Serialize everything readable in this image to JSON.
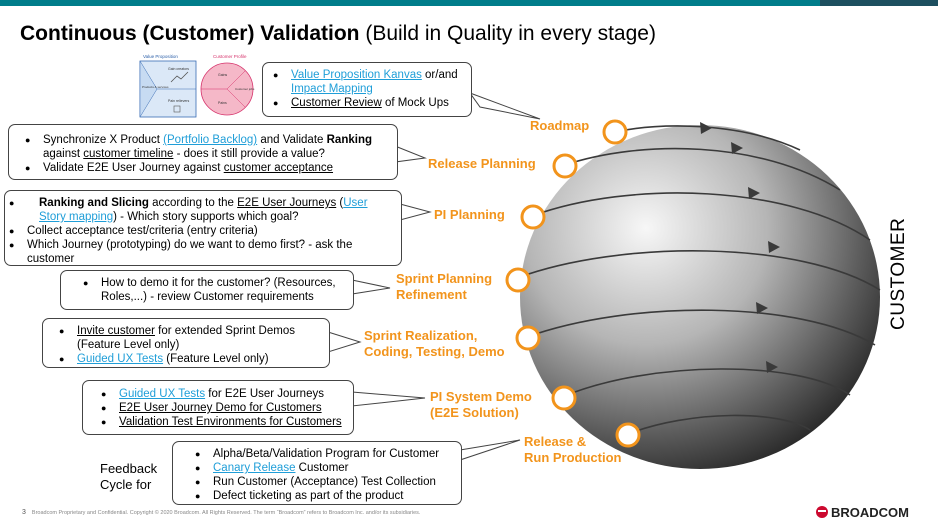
{
  "title": {
    "bold": "Continuous (Customer) Validation",
    "rest": " (Build in Quality in every stage)"
  },
  "mockup": {
    "vp_label": "Value Proposition",
    "cp_label": "Customer Profile",
    "gain_creators": "Gain creators",
    "products": "Products & services",
    "pain_relievers": "Pain relievers",
    "gains": "Gains",
    "pains": "Pains",
    "jobs": "Customer jobs"
  },
  "callouts": {
    "c1": {
      "b1_link1": "Value Proposition Kanvas",
      "b1_text": " or/and ",
      "b1_link2": "Impact Mapping",
      "b2_u": "Customer Review",
      "b2_text": " of Mock Ups"
    },
    "c2": {
      "b1_a": "Synchronize X Product ",
      "b1_link": "(Portfolio Backlog)",
      "b1_b": " and Validate ",
      "b1_bold": "Ranking",
      "b1_c": " against ",
      "b1_u": "customer timeline",
      "b1_d": " - does it still provide a value?",
      "b2_a": "Validate E2E User Journey against ",
      "b2_u": "customer acceptance"
    },
    "c3": {
      "b1_bold": "Ranking and Slicing",
      "b1_a": " according to the ",
      "b1_u": "E2E User Journeys",
      "b1_b": " (",
      "b1_link": "User Story mapping",
      "b1_c": ") - Which story supports which goal?",
      "b2": "Collect acceptance test/criteria (entry criteria)",
      "b3": "Which Journey (prototyping) do we want to demo first? - ask the customer"
    },
    "c4": {
      "b1": "How to demo it for the customer? (Resources, Roles,...) - review Customer requirements"
    },
    "c5": {
      "b1_u": "Invite customer",
      "b1_text": " for extended Sprint Demos (Feature Level only)",
      "b2_link": "Guided UX Tests",
      "b2_text": " (Feature Level only)"
    },
    "c6": {
      "b1_link": "Guided UX Tests",
      "b1_text": " for E2E User Journeys",
      "b2_u": "E2E User Journey Demo for Customers",
      "b3_u": "Validation Test Environments for Customers"
    },
    "c7": {
      "b1": "Alpha/Beta/Validation Program for Customer",
      "b2_link": "Canary Release",
      "b2_text": " Customer",
      "b3": "Run Customer (Acceptance) Test Collection",
      "b4": "Defect ticketing as part of the product"
    }
  },
  "stages": {
    "s1": "Roadmap",
    "s2": "Release Planning",
    "s3": "PI Planning",
    "s4a": "Sprint Planning",
    "s4b": "Refinement",
    "s5a": "Sprint Realization,",
    "s5b": "Coding, Testing, Demo",
    "s6a": "PI System Demo",
    "s6b": "(E2E Solution)",
    "s7a": "Release &",
    "s7b": "Run Production"
  },
  "side_label": "CUSTOMER",
  "feedback": {
    "line1": "Feedback",
    "line2": "Cycle for"
  },
  "footer": {
    "page": "3",
    "text": "Broadcom Proprietary and Confidential.  Copyright © 2020 Broadcom.  All Rights Reserved. The term “Broadcom” refers to Broadcom Inc. and/or its subsidiaries."
  },
  "logo": "BROADCOM",
  "colors": {
    "accent_orange": "#f2941c",
    "link_blue": "#1f9ed8",
    "top_bar": "#007d8a",
    "logo_red": "#cc092f"
  }
}
